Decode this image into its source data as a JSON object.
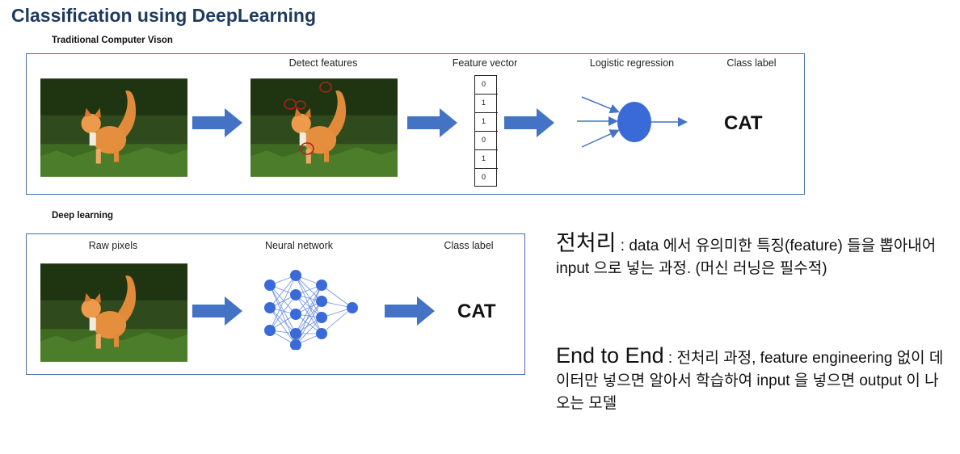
{
  "title": "Classification using DeepLearning",
  "traditional": {
    "section_label": "Traditional Computer Vison",
    "detect_label": "Detect features",
    "vector_label": "Feature vector",
    "vector_values": [
      "0",
      "1",
      "1",
      "0",
      "1",
      "0"
    ],
    "logistic_label": "Logistic regression",
    "class_label": "Class label",
    "result": "CAT"
  },
  "deep": {
    "section_label": "Deep  learning",
    "raw_label": "Raw pixels",
    "nn_label": "Neural network",
    "class_label": "Class label",
    "result": "CAT"
  },
  "notes": {
    "preprocessing_term": "전처리",
    "preprocessing_desc": " : data 에서 유의미한 특징(feature) 들을 뽑아내어 input 으로 넣는 과정. (머신 러닝은 필수적)",
    "e2e_term": "End to End",
    "e2e_desc": " : 전처리 과정, feature engineering 없이 데이터만 넣으면 알아서 학습하여 input 을 넣으면 output 이 나오는 모델"
  },
  "colors": {
    "title": "#1f3a5f",
    "panel_border": "#4a6fa5",
    "arrow": "#4472c4",
    "node": "#3a6ad8"
  }
}
